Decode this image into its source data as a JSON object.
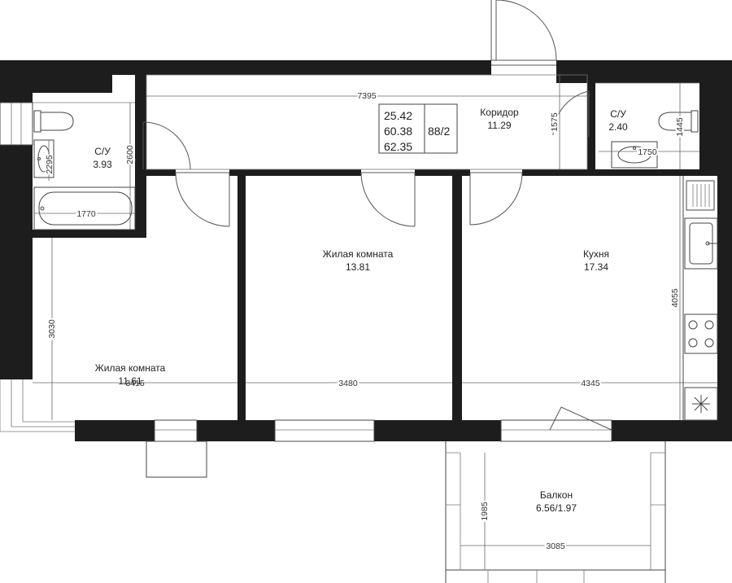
{
  "summary": {
    "living_area": "25.42",
    "total_area": "60.38",
    "total_with_balcony": "62.35",
    "apartment_code": "88/2"
  },
  "rooms": {
    "corridor": {
      "name": "Коридор",
      "area": "11.29"
    },
    "bathroom_left": {
      "name": "С/У",
      "area": "3.93"
    },
    "bathroom_right": {
      "name": "С/У",
      "area": "2.40"
    },
    "living_room_1": {
      "name": "Жилая комната",
      "area": "11.61"
    },
    "living_room_2": {
      "name": "Жилая комната",
      "area": "13.81"
    },
    "kitchen": {
      "name": "Кухня",
      "area": "17.34"
    },
    "balcony": {
      "name": "Балкон",
      "area": "6.56/1.97"
    }
  },
  "dimensions": {
    "corridor_length": "7395",
    "corridor_depth": "1575",
    "bath_left_height": "2600",
    "bath_left_basin": "2295",
    "bath_left_width": "1770",
    "bath_right_height": "1445",
    "bath_right_width": "1750",
    "living1_height": "3030",
    "living1_width": "3415",
    "living2_width": "3480",
    "kitchen_width": "4345",
    "kitchen_height": "4055",
    "balcony_height": "1985",
    "balcony_width": "3085"
  },
  "colors": {
    "wall": "#1d1d1d",
    "line": "#444444",
    "background": "#ffffff"
  }
}
